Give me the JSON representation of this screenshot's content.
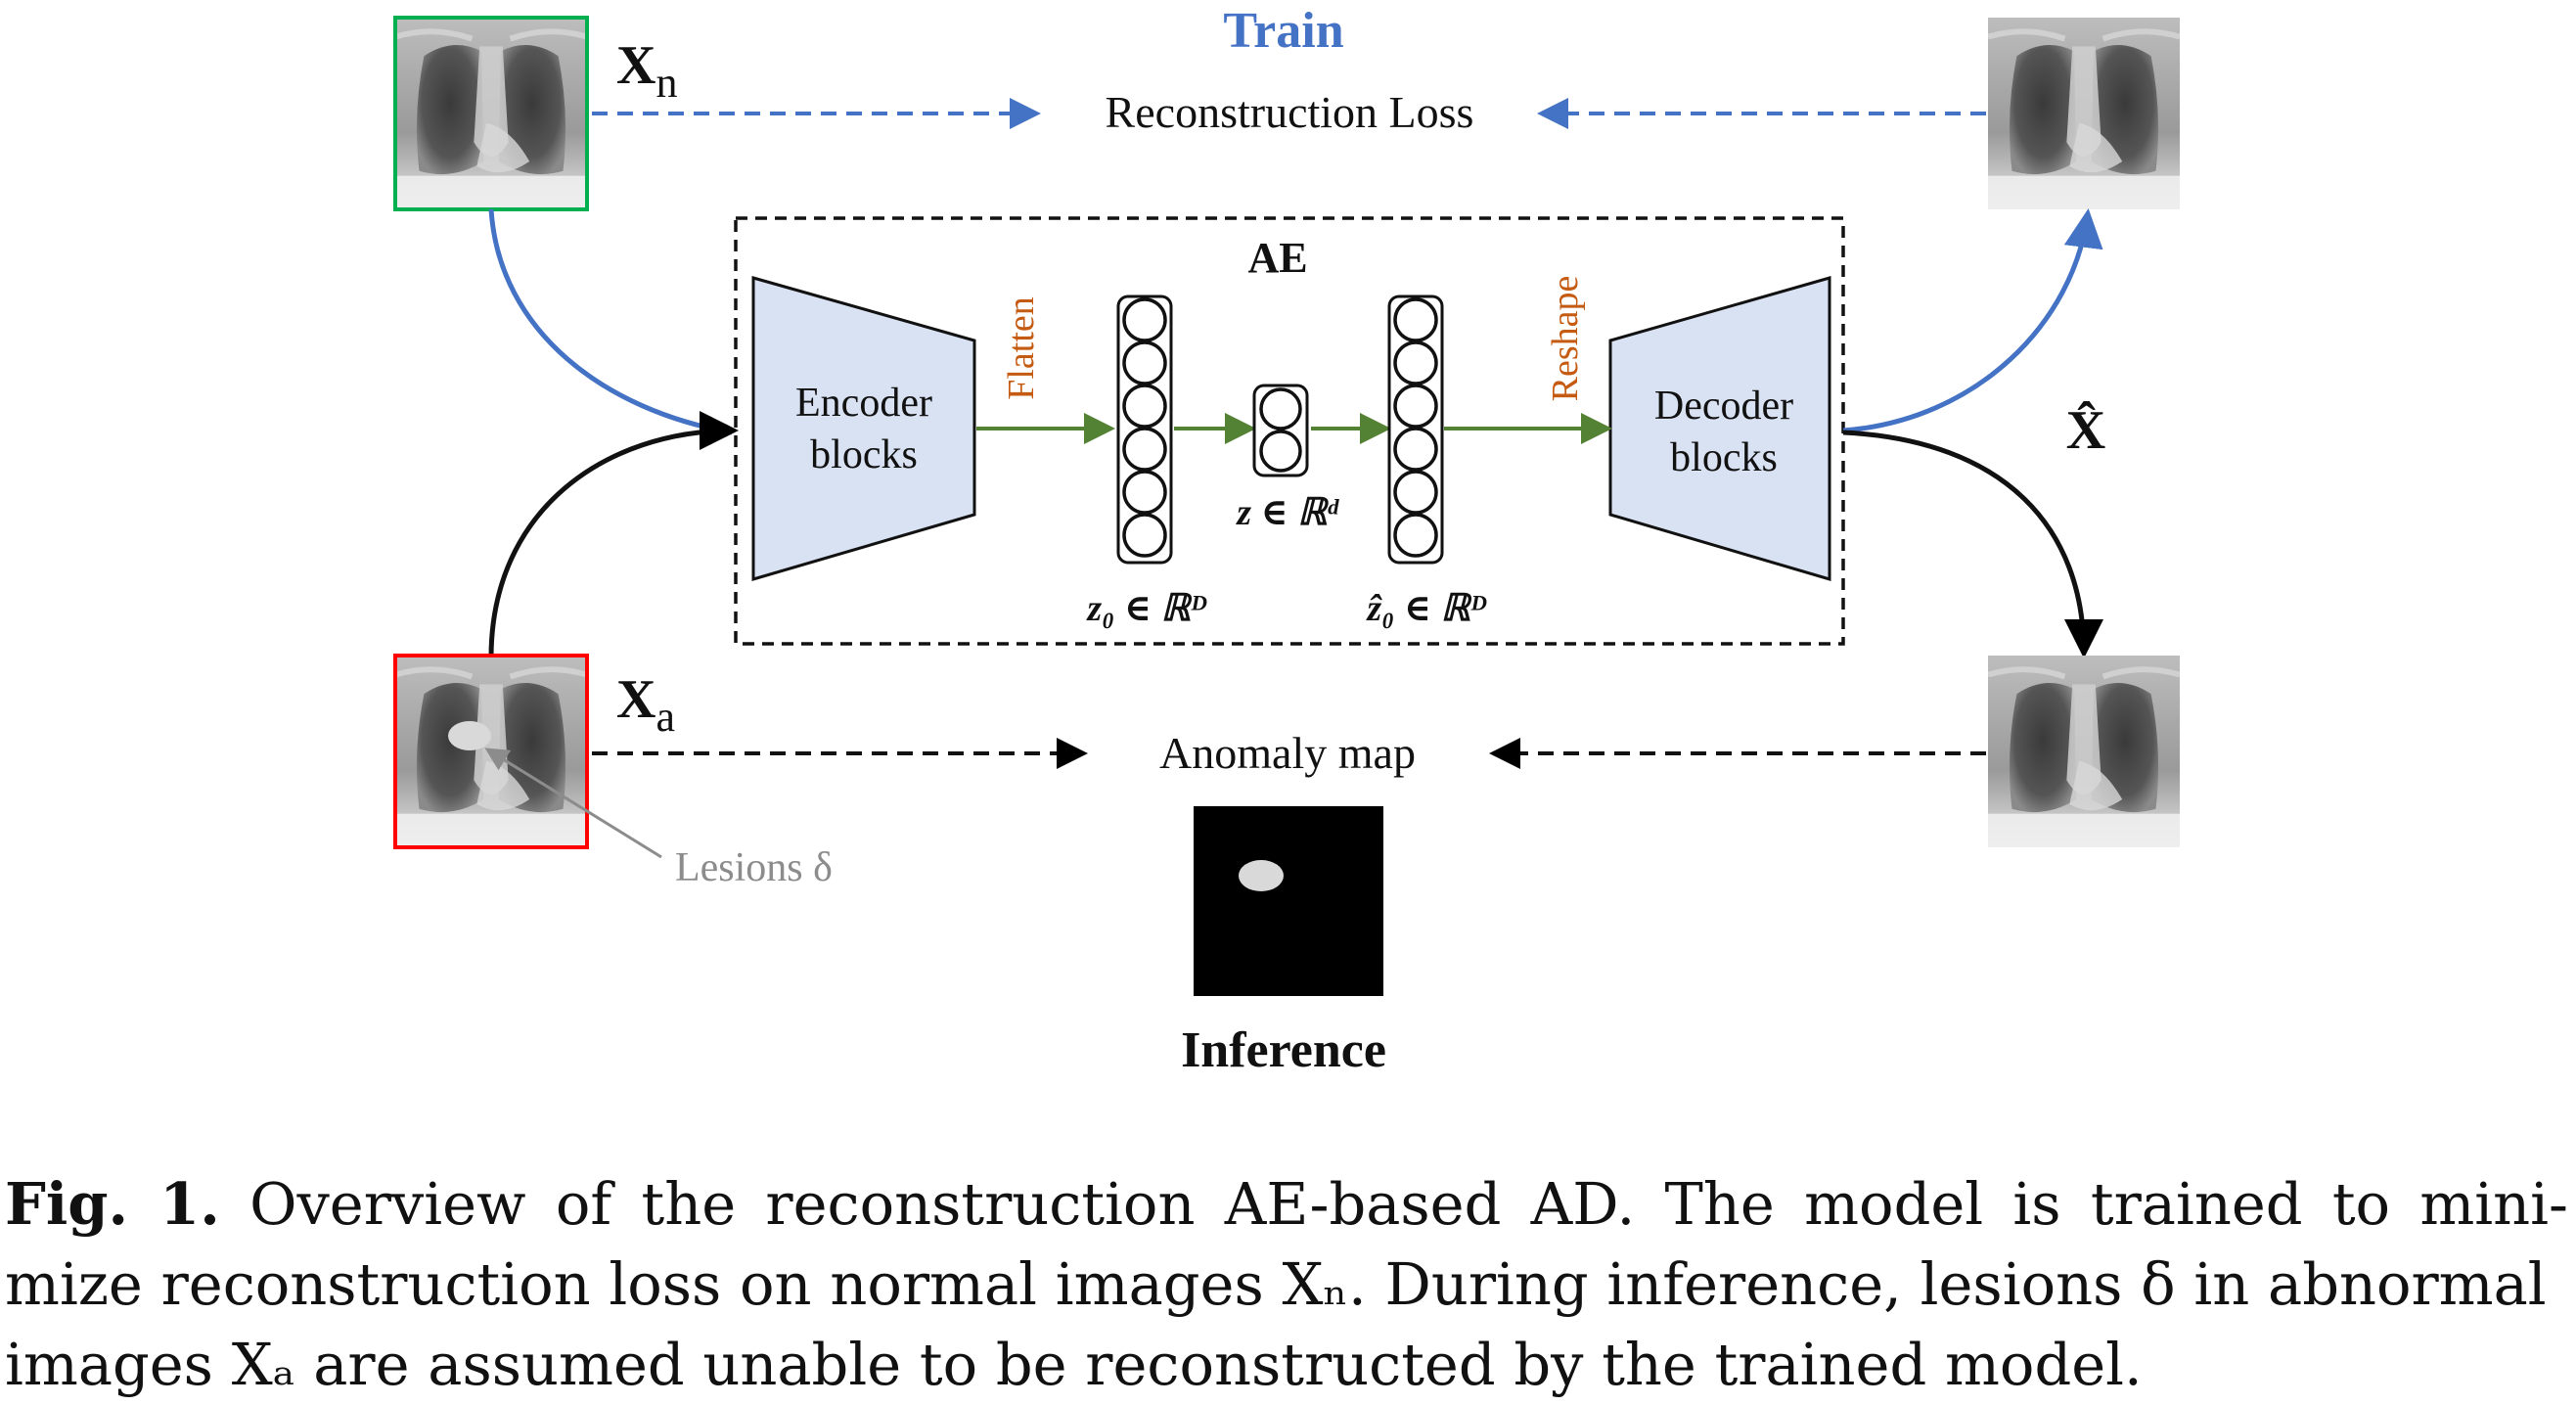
{
  "figure": {
    "train_label": "Train",
    "inference_label": "Inference",
    "reconstruction_loss": "Reconstruction Loss",
    "anomaly_map": "Anomaly map",
    "ae_label": "AE",
    "encoder": {
      "line1": "Encoder",
      "line2": "blocks"
    },
    "decoder": {
      "line1": "Decoder",
      "line2": "blocks"
    },
    "flatten": "Flatten",
    "reshape": "Reshape",
    "z0_label": "z₀ ∈ ℝᴰ",
    "z_label": "z ∈ ℝᵈ",
    "z0hat_label": "ẑ₀ ∈ ℝᴰ",
    "xn_label": {
      "main": "X",
      "sub": "n"
    },
    "xa_label": {
      "main": "X",
      "sub": "a"
    },
    "xhat_label": "X̂",
    "lesions_label": "Lesions δ",
    "colors": {
      "blue": "#4472c4",
      "green_arrow": "#548235",
      "orange_text": "#c55a11",
      "block_fill": "#d9e2f3",
      "normal_frame": "#00b050",
      "abnormal_frame": "#ff0000"
    }
  },
  "caption": {
    "label": "Fig. 1.",
    "line1": "Overview of the reconstruction AE-based AD. The model is trained to mini-",
    "line2": "mize reconstruction loss on normal images Xₙ. During inference, lesions δ in abnormal",
    "line3": "images Xₐ are assumed unable to be reconstructed by the trained model."
  }
}
